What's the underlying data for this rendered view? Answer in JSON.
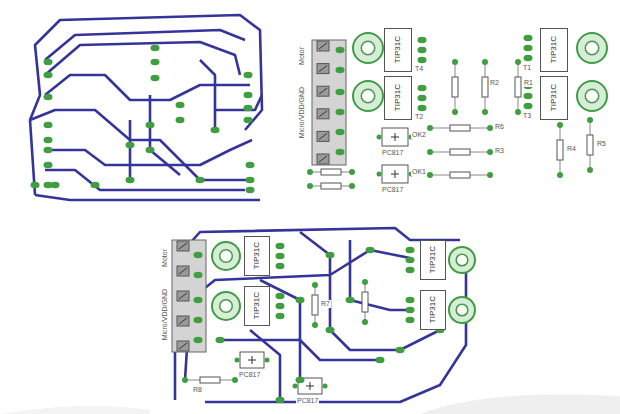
{
  "diagram": {
    "nodes": [
      {
        "text": [
          "TIP31C"
        ]
      },
      {
        "text": [
          "TIP31C"
        ]
      },
      {
        "text": [
          "TIP31C"
        ]
      },
      {
        "text": [
          "TIP31C"
        ]
      },
      {
        "text": [
          "TIP31C"
        ]
      },
      {
        "text": [
          "TIP31C"
        ]
      },
      {
        "text": [
          "TIP31C"
        ]
      },
      {
        "text": [
          "TIP31C"
        ]
      }
    ],
    "labels": [
      "Motor",
      "Micro/VDD/GND",
      "Motor",
      "Micro/VDD/GND",
      "T4",
      "T2",
      "T1",
      "T3",
      "OK2",
      "PC817",
      "OK1",
      "PC817",
      "R6",
      "R3",
      "R1",
      "R2",
      "R4",
      "R5",
      "PC817",
      "PC817",
      "R7",
      "R8"
    ]
  }
}
